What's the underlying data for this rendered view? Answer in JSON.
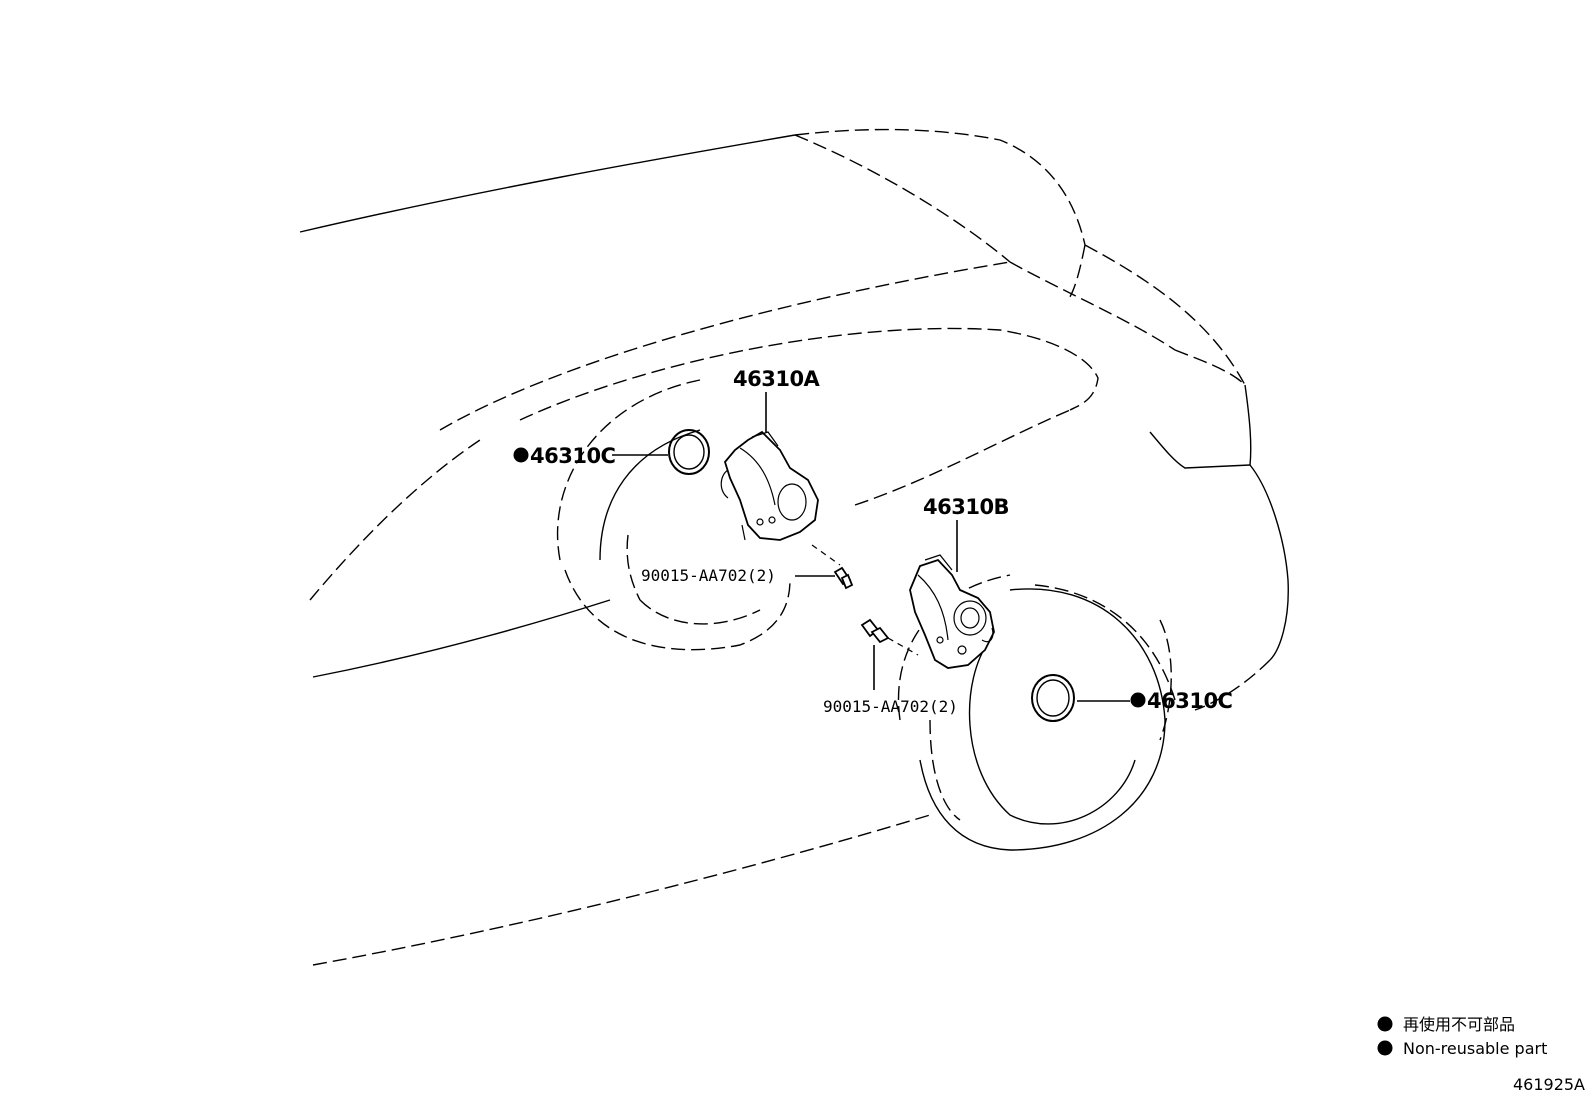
{
  "parts": {
    "actuator_a": "46310A",
    "actuator_b": "46310B",
    "seal_upper": "46310C",
    "seal_lower": "46310C",
    "bolt_upper": "90015-AA702(2)",
    "bolt_lower": "90015-AA702(2)"
  },
  "marker_symbol": "●",
  "legend": {
    "line_jp": "再使用不可部品",
    "line_en": "Non-reusable part"
  },
  "figure_id": "461925A"
}
